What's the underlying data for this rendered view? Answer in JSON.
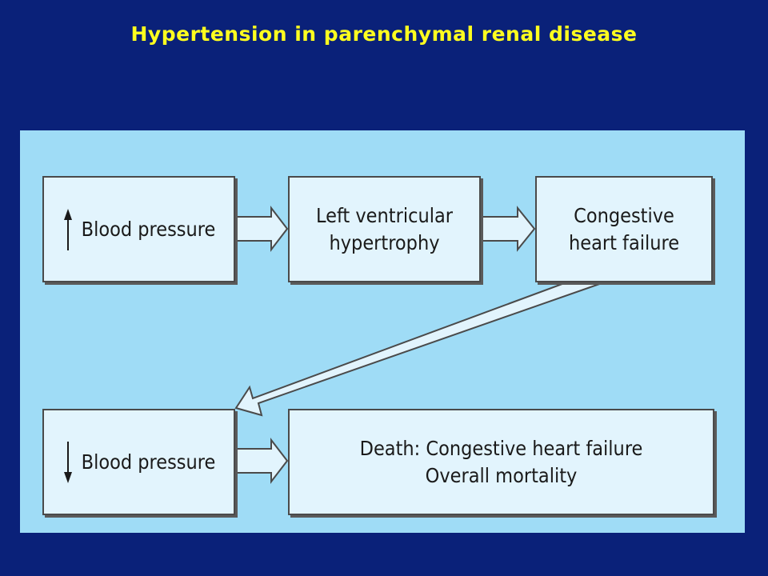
{
  "title": "Hypertension in parenchymal renal disease",
  "diagram": {
    "boxes": {
      "bp_up": {
        "direction": "up",
        "label": "Blood pressure"
      },
      "lvh": {
        "line1": "Left ventricular",
        "line2": "hypertrophy"
      },
      "chf": {
        "line1": "Congestive",
        "line2": "heart failure"
      },
      "bp_down": {
        "direction": "down",
        "label": "Blood pressure"
      },
      "death": {
        "line1": "Death: Congestive heart failure",
        "line2": "Overall mortality"
      }
    },
    "flow": [
      {
        "from": "bp_up",
        "to": "lvh"
      },
      {
        "from": "lvh",
        "to": "chf"
      },
      {
        "from": "chf",
        "to": "bp_down"
      },
      {
        "from": "bp_down",
        "to": "death"
      }
    ]
  },
  "colors": {
    "slide_background": "#0a2179",
    "title": "#ffff1f",
    "panel": "#9fdcf6",
    "box_fill": "#e2f4fd",
    "arrow_fill": "#e2f4fd",
    "outline": "#4a4a4a"
  }
}
